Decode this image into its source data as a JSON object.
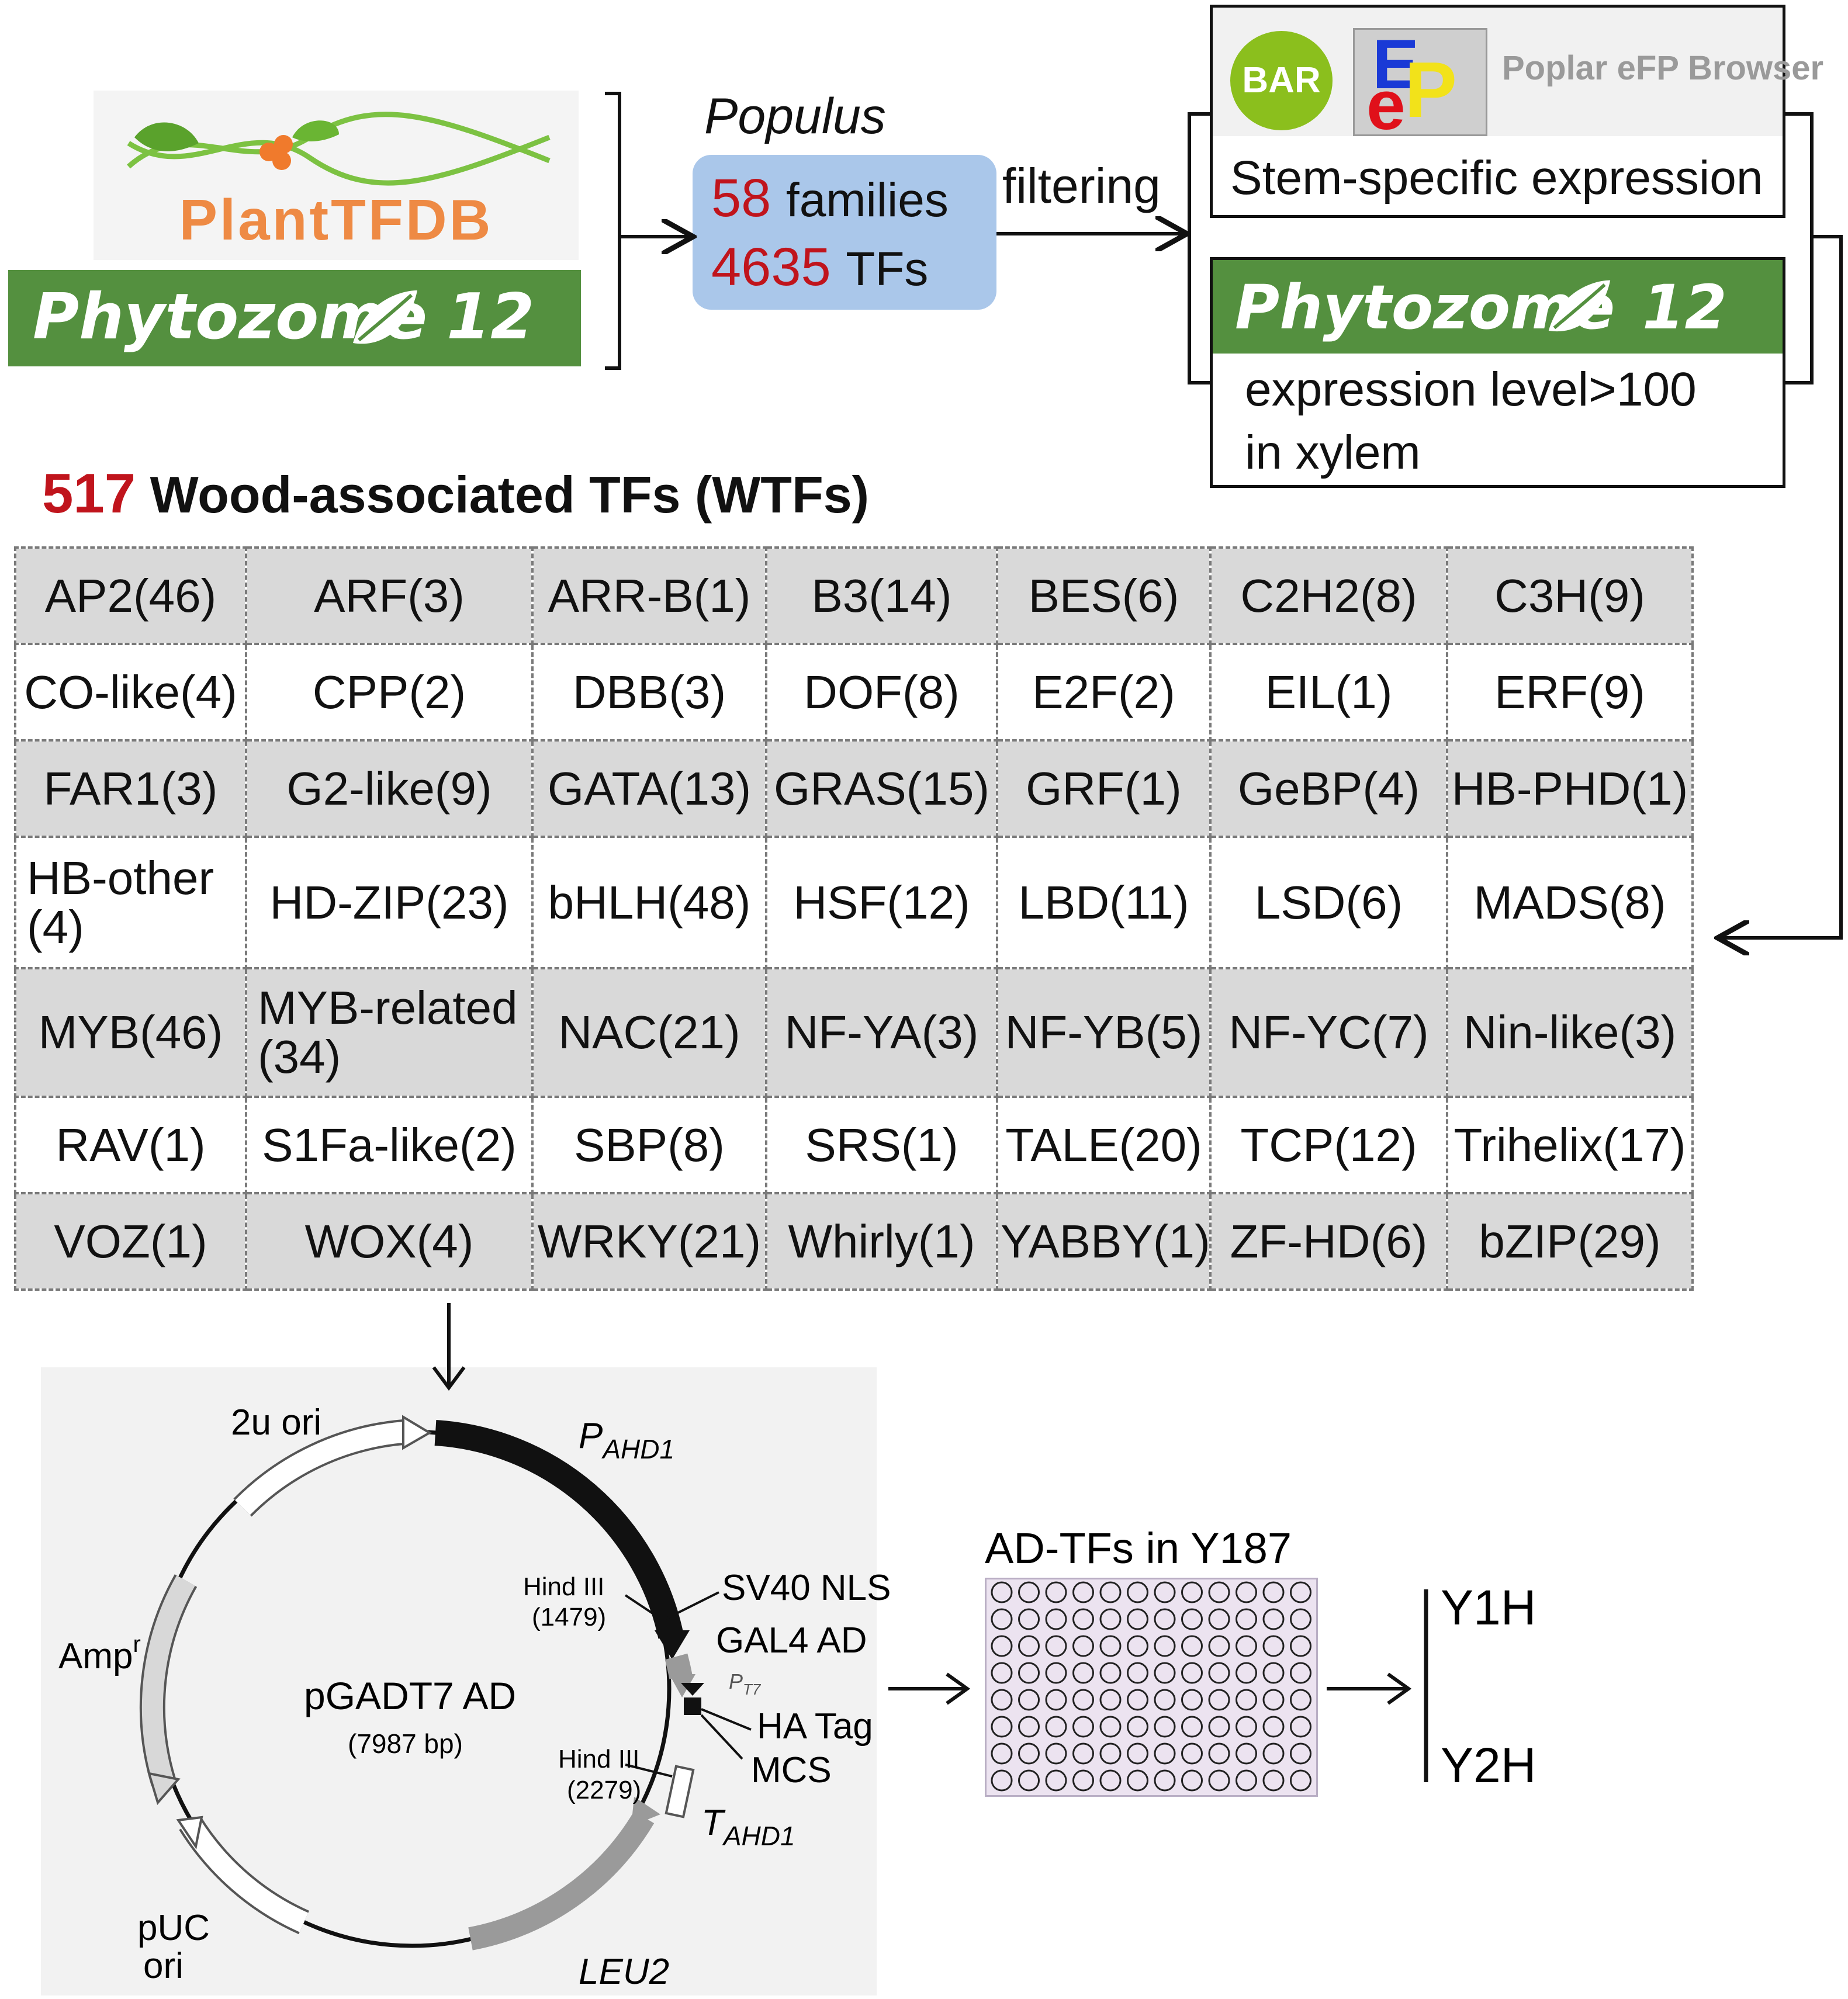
{
  "sources": {
    "planttfdb": "PlantTFDB",
    "phytozome_name": "Phytozome",
    "phytozome_version": "12"
  },
  "populus_box": {
    "species": "Populus",
    "families_count": "58",
    "families_label": "families",
    "tfs_count": "4635",
    "tfs_label": "TFs",
    "arrow_label": "filtering"
  },
  "filters": {
    "bar_logo": "BAR",
    "efp_letters": "EeP",
    "efp_title": "Poplar eFP Browser",
    "bar_caption": "Stem-specific expression",
    "phytozome_name": "Phytozome",
    "phytozome_version": "12",
    "phytozome_caption_line1": "expression level>100",
    "phytozome_caption_line2": "in xylem"
  },
  "wtf": {
    "count": "517",
    "title": "Wood-associated TFs (WTFs)",
    "rows": [
      [
        "AP2(46)",
        "ARF(3)",
        "ARR-B(1)",
        "B3(14)",
        "BES(6)",
        "C2H2(8)",
        "C3H(9)"
      ],
      [
        "CO-like(4)",
        "CPP(2)",
        "DBB(3)",
        "DOF(8)",
        "E2F(2)",
        "EIL(1)",
        "ERF(9)"
      ],
      [
        "FAR1(3)",
        "G2-like(9)",
        "GATA(13)",
        "GRAS(15)",
        "GRF(1)",
        "GeBP(4)",
        "HB-PHD(1)"
      ],
      [
        "HB-other (4)",
        "HD-ZIP(23)",
        "bHLH(48)",
        "HSF(12)",
        "LBD(11)",
        "LSD(6)",
        "MADS(8)"
      ],
      [
        "MYB(46)",
        "MYB-related (34)",
        "NAC(21)",
        "NF-YA(3)",
        "NF-YB(5)",
        "NF-YC(7)",
        "Nin-like(3)"
      ],
      [
        "RAV(1)",
        "S1Fa-like(2)",
        "SBP(8)",
        "SRS(1)",
        "TALE(20)",
        "TCP(12)",
        "Trihelix(17)"
      ],
      [
        "VOZ(1)",
        "WOX(4)",
        "WRKY(21)",
        "Whirly(1)",
        "YABBY(1)",
        "ZF-HD(6)",
        "bZIP(29)"
      ]
    ]
  },
  "plasmid": {
    "name": "pGADT7 AD",
    "size": "(7987 bp)",
    "labels": {
      "ori_2u": "2u ori",
      "p_main": "P",
      "p_sub": "AHD1",
      "hind1_name": "Hind III",
      "hind1_pos": "(1479)",
      "sv40": "SV40 NLS",
      "gal4": "GAL4 AD",
      "pt7_main": "P",
      "pt7_sub": "T7",
      "ha": "HA Tag",
      "mcs": "MCS",
      "hind2_name": "Hind III",
      "hind2_pos": "(2279)",
      "t_main": "T",
      "t_sub": "AHD1",
      "leu2": "LEU2",
      "puc_line1": "pUC",
      "puc_line2": "ori",
      "amp_main": "Amp",
      "amp_sup": "r"
    }
  },
  "plate": {
    "title": "AD-TFs in Y187",
    "rows": 8,
    "cols": 12
  },
  "assays": [
    "Y1H",
    "Y2H"
  ],
  "colors": {
    "phytozome_green": "#54903f",
    "highlight_red": "#c0141c",
    "populus_blue": "#aac7ea",
    "planttfdb_orange": "#ee8a44",
    "bar_green": "#8bbf1d",
    "table_gray": "#d9d9d9",
    "plate_lilac": "#ece3f0"
  }
}
